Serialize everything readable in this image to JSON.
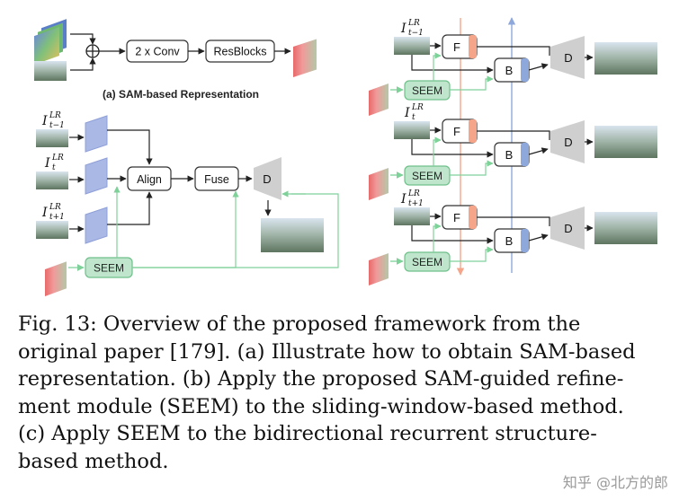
{
  "panel_a": {
    "op_conv": "2 x Conv",
    "op_res": "ResBlocks",
    "title": "(a) SAM-based Representation"
  },
  "panel_b": {
    "frames": [
      {
        "base": "I",
        "sup": "LR",
        "sub": "t−1"
      },
      {
        "base": "I",
        "sup": "LR",
        "sub": "t"
      },
      {
        "base": "I",
        "sup": "LR",
        "sub": "t+1"
      }
    ],
    "align": "Align",
    "fuse": "Fuse",
    "decoder": "D",
    "seem": "SEEM"
  },
  "panel_c": {
    "frames": [
      {
        "base": "I",
        "sup": "LR",
        "sub": "t−1"
      },
      {
        "base": "I",
        "sup": "LR",
        "sub": "t"
      },
      {
        "base": "I",
        "sup": "LR",
        "sub": "t+1"
      }
    ],
    "forward": "F",
    "backward": "B",
    "decoder": "D",
    "seem": "SEEM"
  },
  "caption": [
    "Fig. 13: Overview of the proposed framework from the",
    "original paper [179]. (a) Illustrate how to obtain SAM-based",
    "representation. (b) Apply the proposed SAM-guided refine-",
    "ment module (SEEM) to the sliding-window-based method.",
    "(c) Apply SEEM to the bidirectional recurrent structure-",
    "based method."
  ],
  "watermark": "知乎 @北方的郎",
  "colors": {
    "seem_fill": "#bfe6cc",
    "seem_stroke": "#6fc08a",
    "green_line": "#7fd19a",
    "feature_blue": "#aab8e6",
    "forward_orange": "#f4a58a",
    "backward_blue": "#8fa8dc",
    "decoder_gray": "#cfcfcf"
  }
}
